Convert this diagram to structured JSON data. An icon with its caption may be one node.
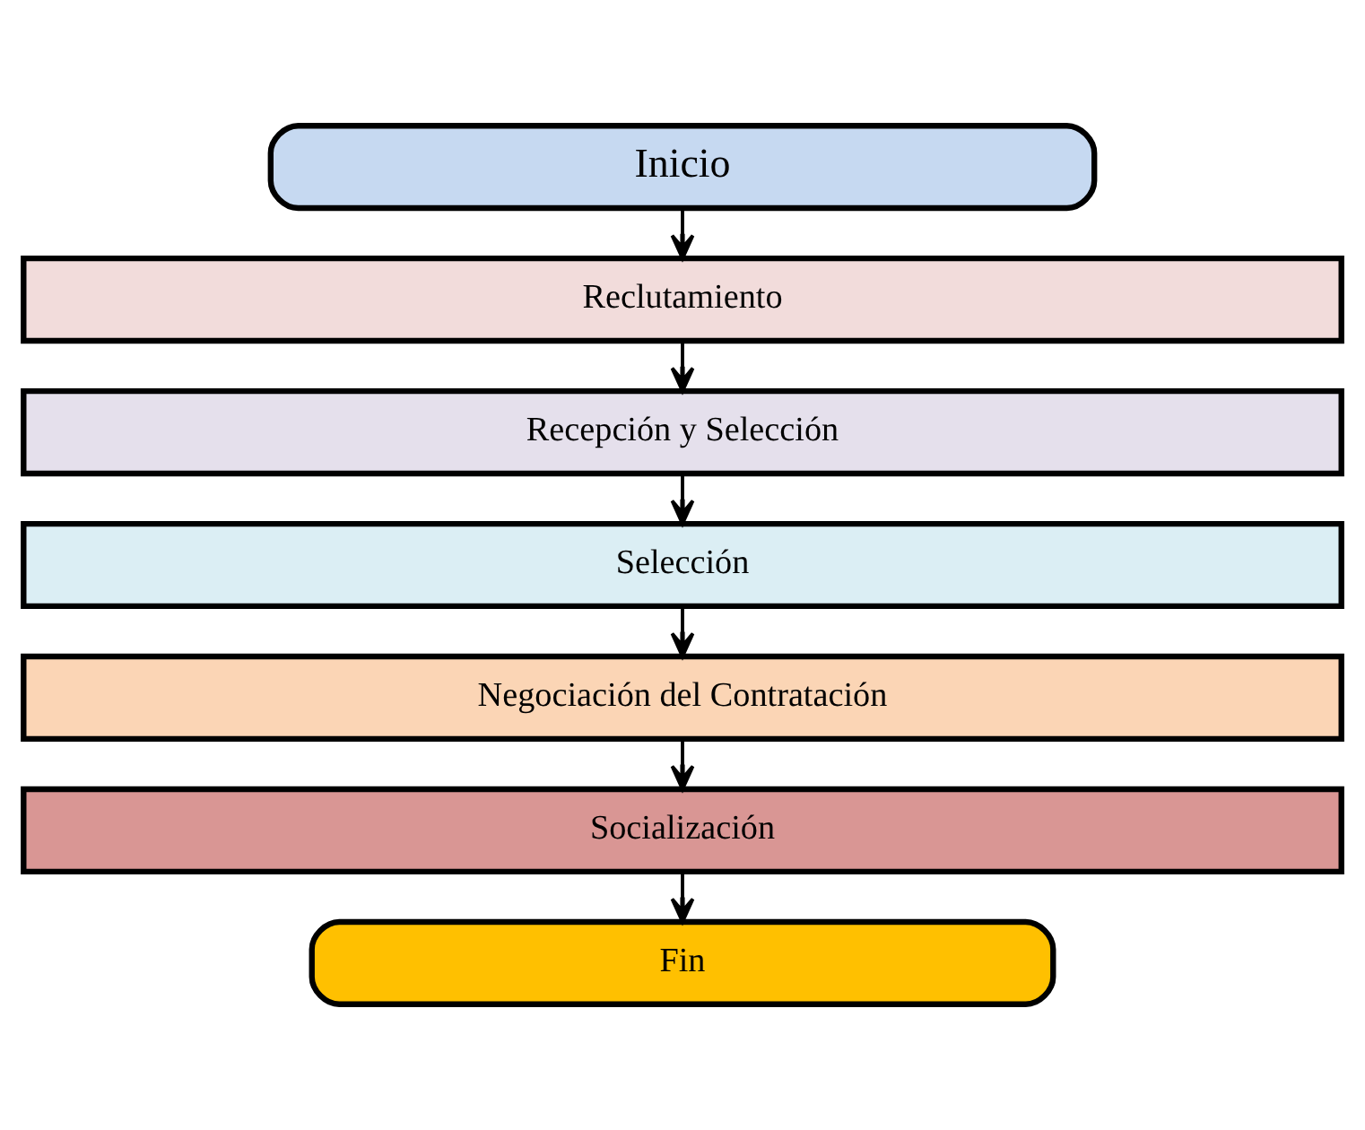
{
  "diagram": {
    "nodes": [
      {
        "text": [
          "Inicio"
        ]
      },
      {
        "text": [
          "Reclutamiento"
        ]
      },
      {
        "text": [
          "Recepción y Selección"
        ]
      },
      {
        "text": [
          "Selección"
        ]
      },
      {
        "text": [
          "Negociación del Contratación"
        ]
      },
      {
        "text": [
          "Socialización"
        ]
      },
      {
        "text": [
          "Fin"
        ]
      }
    ],
    "edges": [
      {
        "from": 0,
        "to": 1,
        "arrow": "to"
      },
      {
        "from": 1,
        "to": 2,
        "arrow": "to"
      },
      {
        "from": 2,
        "to": 3,
        "arrow": "to"
      },
      {
        "from": 3,
        "to": 4,
        "arrow": "to"
      },
      {
        "from": 4,
        "to": 5,
        "arrow": "to"
      },
      {
        "from": 5,
        "to": 6,
        "arrow": "to"
      }
    ]
  }
}
